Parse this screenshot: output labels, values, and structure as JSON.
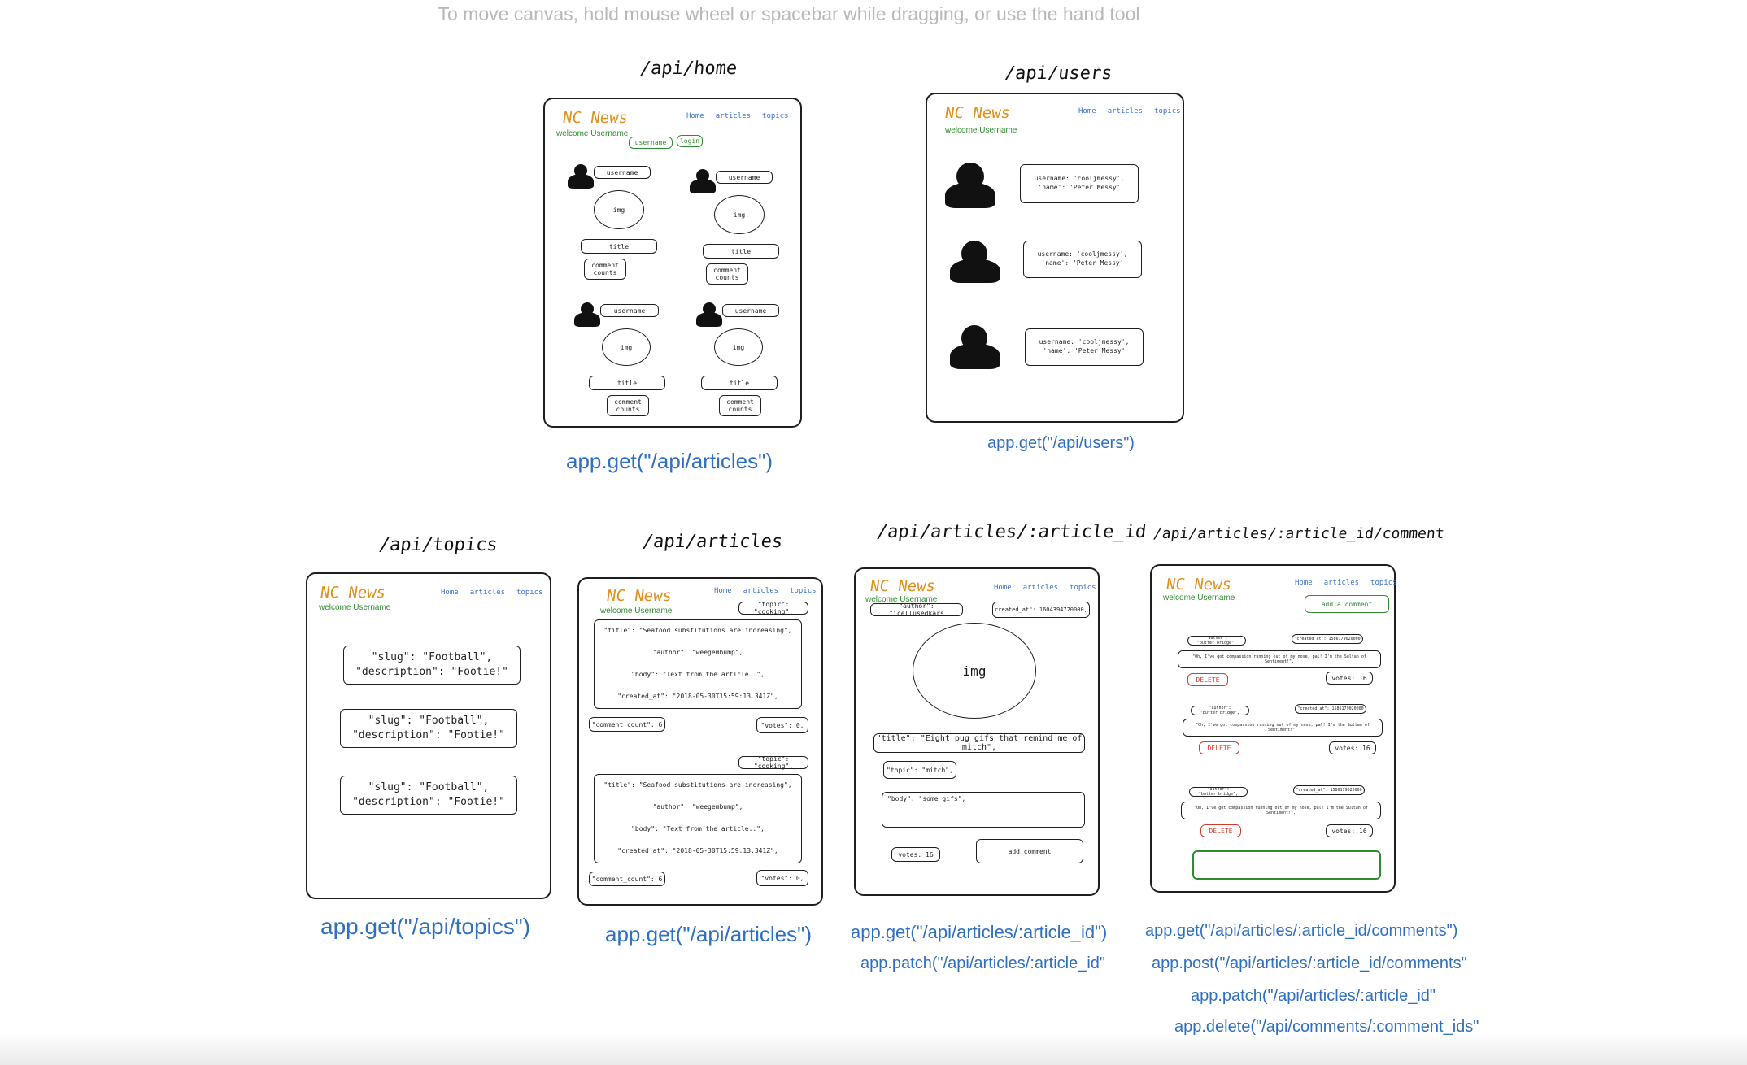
{
  "hint": "To move canvas, hold mouse wheel or spacebar while dragging, or use the hand tool",
  "brand": {
    "name": "NC News",
    "welcome": "welcome Username"
  },
  "nav": [
    "Home",
    "articles",
    "topics"
  ],
  "home": {
    "title": "/api/home",
    "username_input": "username",
    "login_button": "login",
    "card": {
      "username": "username",
      "img": "img",
      "title": "title",
      "comment_counts": "comment counts"
    },
    "code": "app.get(\"/api/articles\")"
  },
  "users": {
    "title": "/api/users",
    "user_line1": "username: 'cooljmessy',",
    "user_line2": "'name': 'Peter Messy'",
    "code": "app.get(\"/api/users\")"
  },
  "topics": {
    "title": "/api/topics",
    "line1": "\"slug\": \"Football\",",
    "line2": "\"description\": \"Footie!\"",
    "code": "app.get(\"/api/topics\")"
  },
  "articles": {
    "title": "/api/articles",
    "topic": "\"topic\": \"cooking\",",
    "lines": [
      "\"title\": \"Seafood substitutions are increasing\",",
      "\"author\": \"weegembump\",",
      "\"body\": \"Text from the article..\",",
      "\"created_at\": \"2018-05-30T15:59:13.341Z\","
    ],
    "comment_count": "\"comment_count\": 6",
    "votes": "\"votes\": 0,",
    "code": "app.get(\"/api/articles\")"
  },
  "article_id": {
    "title": "/api/articles/:article_id",
    "author": "\"author\": \"icellusedkars",
    "created_at": "created_at\": 1604394720000,",
    "img": "img",
    "article_title": "\"title\": \"Eight pug gifs that remind me of mitch\",",
    "topic": "\"topic\": \"mitch\",",
    "body": "\"body\": \"some gifs\",",
    "votes": "votes: 16",
    "add_comment": "add comment",
    "code1": "app.get(\"/api/articles/:article_id\")",
    "code2": "app.patch(\"/api/articles/:article_id\""
  },
  "comment": {
    "title": "/api/articles/:article_id/comment",
    "add_comment": "add a comment",
    "author": "\"author\": \"butter_bridge\",",
    "created_at": "\"created_at\": 1586179020000",
    "body": "\"Oh, I've got compassion running out of my nose, pal! I'm the Sultan of Sentiment!\",",
    "delete": "DELETE",
    "votes": "votes: 16",
    "code1": "app.get(\"/api/articles/:article_id/comments\")",
    "code2": "app.post(\"/api/articles/:article_id/comments\"",
    "code3": "app.patch(\"/api/articles/:article_id\"",
    "code4": "app.delete(\"/api/comments/:comment_ids\""
  },
  "colors": {
    "brand": "#e0901e",
    "welcome": "#2e8b2e",
    "nav": "#3a6fd0",
    "code": "#2f6fbf",
    "delete": "#d23a2a"
  }
}
